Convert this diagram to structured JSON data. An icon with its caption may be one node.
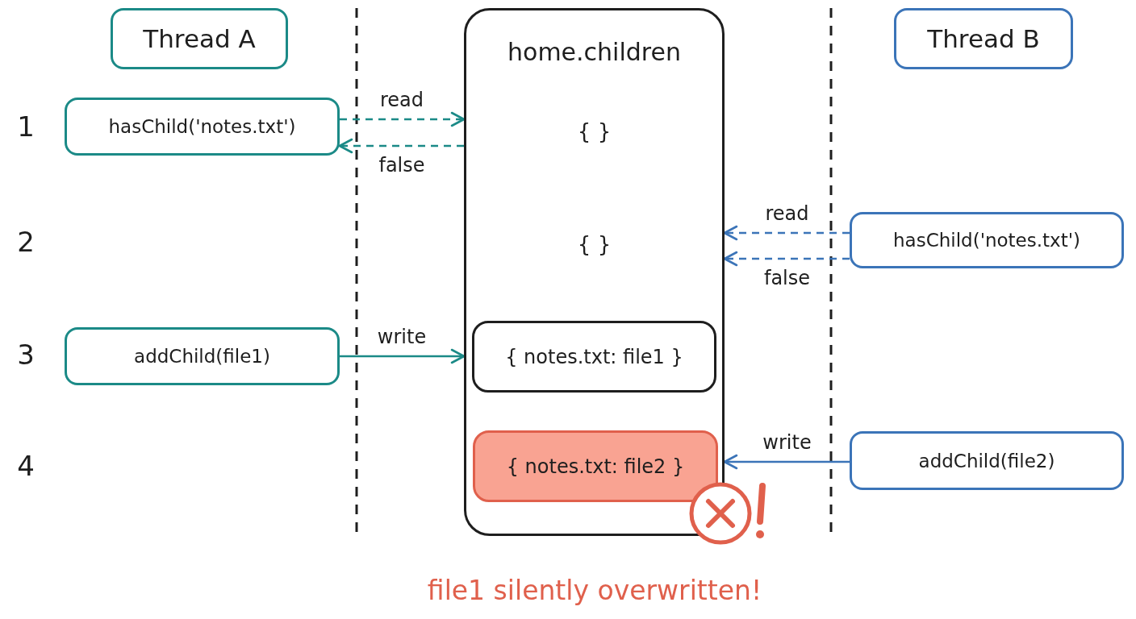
{
  "diagram": {
    "nodes": [
      {
        "text": [
          "Thread A"
        ]
      },
      {
        "text": [
          "home.children",
          "{ }",
          "{ }"
        ]
      },
      {
        "text": [
          "Thread B"
        ]
      },
      {
        "text": [
          "hasChild('notes.txt')"
        ]
      },
      {
        "text": [
          "hasChild('notes.txt')"
        ]
      },
      {
        "text": [
          "addChild(file1)"
        ]
      },
      {
        "text": [
          "{ notes.txt: file1 }"
        ],
        "in": 1
      },
      {
        "text": [
          "{ notes.txt: file2 }"
        ],
        "in": 1
      },
      {
        "text": [
          "addChild(file2)"
        ]
      }
    ],
    "edges": [
      {
        "from": 3,
        "to": 1,
        "arrow": "to",
        "label": "read",
        "style": "dashed",
        "color": "#1b8a87"
      },
      {
        "from": 1,
        "to": 3,
        "arrow": "to",
        "label": "false",
        "style": "dashed",
        "color": "#1b8a87"
      },
      {
        "from": 4,
        "to": 1,
        "arrow": "to",
        "label": "read",
        "style": "dashed",
        "color": "#3b74b8"
      },
      {
        "from": 4,
        "to": 1,
        "arrow": "to",
        "label": "false",
        "style": "dashed",
        "color": "#3b74b8"
      },
      {
        "from": 5,
        "to": 1,
        "arrow": "to",
        "label": "write",
        "color": "#1b8a87"
      },
      {
        "from": 8,
        "to": 1,
        "arrow": "to",
        "label": "write",
        "color": "#3b74b8"
      }
    ],
    "labels": [
      "1",
      "2",
      "3",
      "4",
      "file1 silently overwritten!"
    ]
  }
}
